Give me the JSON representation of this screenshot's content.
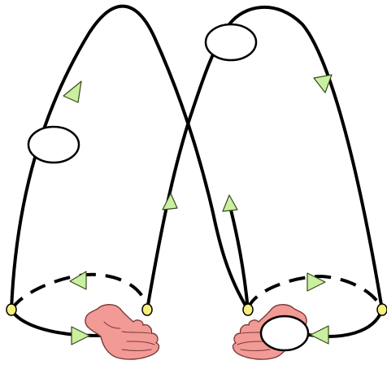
{
  "diagram": {
    "description_text": "",
    "colors": {
      "background": "#ffffff",
      "path_stroke": "#000000",
      "arrow_fill": "#c8f0a0",
      "arrow_stroke": "#3a4a1a",
      "ball_fill": "#ffffff",
      "ball_stroke": "#000000",
      "catch_point_fill": "#f6f07a",
      "catch_point_stroke": "#000000",
      "hand_fill": "#f29a96",
      "hand_stroke": "#7a3a38"
    },
    "loops": [
      {
        "name": "left-loop"
      },
      {
        "name": "right-loop"
      }
    ],
    "balls": [
      {
        "name": "ball-top-right"
      },
      {
        "name": "ball-mid-left"
      },
      {
        "name": "ball-in-right-hand"
      }
    ],
    "hands": [
      {
        "name": "left-hand-icon"
      },
      {
        "name": "right-hand-icon"
      }
    ]
  }
}
